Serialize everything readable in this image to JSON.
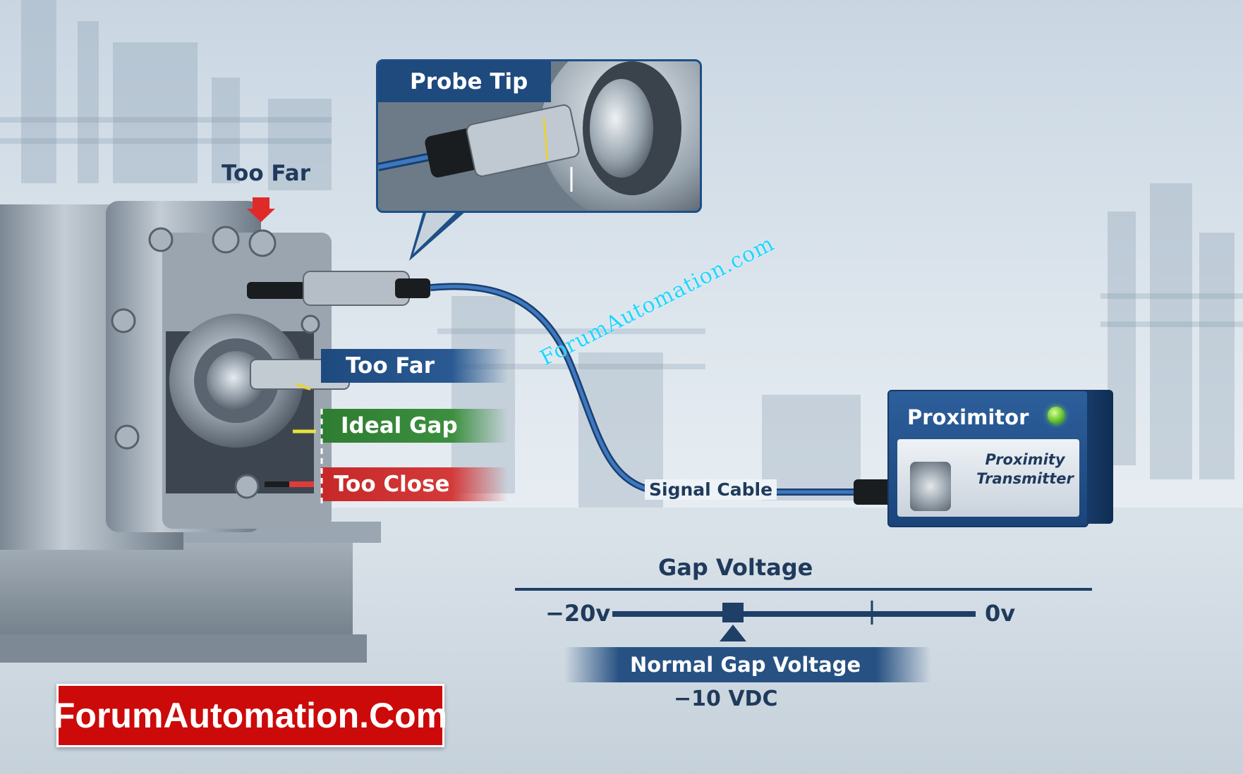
{
  "diagram": {
    "callout": {
      "title": "Probe Tip"
    },
    "top_label": "Too Far",
    "gap_labels": {
      "too_far": "Too Far",
      "ideal": "Ideal Gap",
      "too_close": "Too Close"
    },
    "cable_label": "Signal Cable",
    "watermark": "ForumAutomation.com",
    "proximitor": {
      "title": "Proximitor",
      "subtitle_line1": "Proximity",
      "subtitle_line2": "Transmitter"
    },
    "gap_voltage": {
      "title": "Gap Voltage",
      "left_label": "−20v",
      "right_label": "0v",
      "marker_label": "Normal Gap Voltage",
      "marker_value": "−10 VDC"
    },
    "brand": "ForumAutomation.Com"
  },
  "colors": {
    "too_far": "#1e4a7e",
    "ideal": "#2e7d32",
    "too_close": "#c62828",
    "cable": "#2a62a8",
    "brand_red": "#cc0a0a"
  }
}
